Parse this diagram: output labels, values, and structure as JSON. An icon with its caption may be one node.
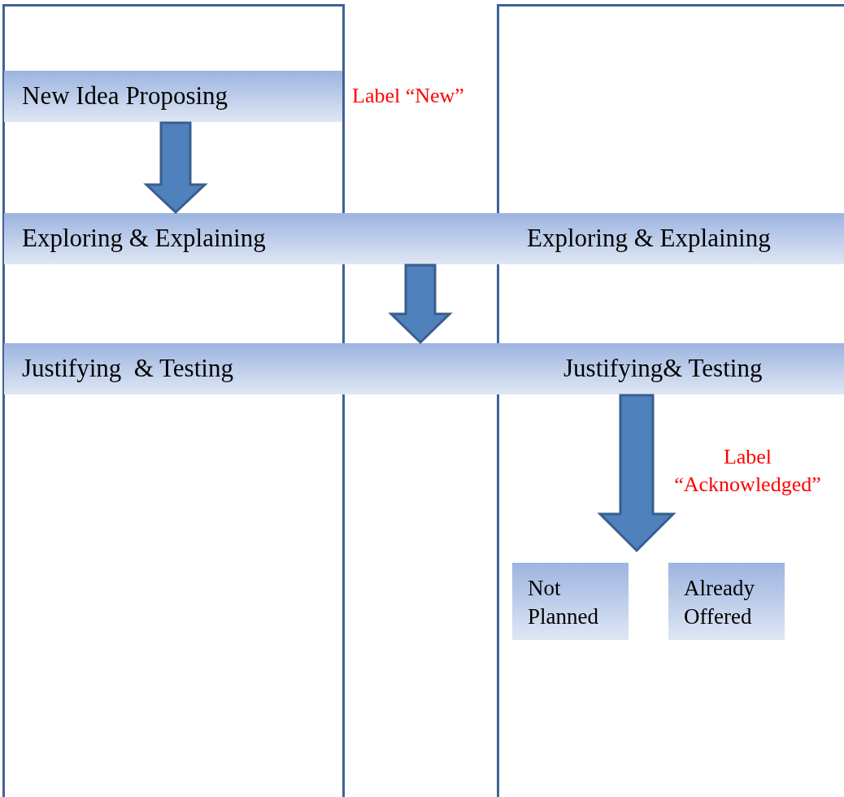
{
  "diagram": {
    "nodes": [
      {
        "text": [],
        "shape": "box"
      },
      {
        "text": [],
        "shape": "box"
      },
      {
        "text": [
          "New Idea Proposing"
        ],
        "in": 0
      },
      {
        "text": [
          "Exploring & Explaining",
          "Exploring & Explaining"
        ]
      },
      {
        "text": [
          "Justifying  & Testing",
          "Justifying& Testing"
        ]
      },
      {
        "text": [
          "Not Planned"
        ],
        "in": 1
      },
      {
        "text": [
          "Already Offered"
        ],
        "in": 1
      }
    ],
    "edges": [
      {
        "from": 2,
        "to": 3,
        "arrow": "to"
      },
      {
        "from": 3,
        "to": 4,
        "arrow": "to"
      },
      {
        "from": 4,
        "to": null,
        "arrow": "to"
      }
    ],
    "labels": [
      "Label “New”",
      "Label “Acknowledged”"
    ]
  }
}
